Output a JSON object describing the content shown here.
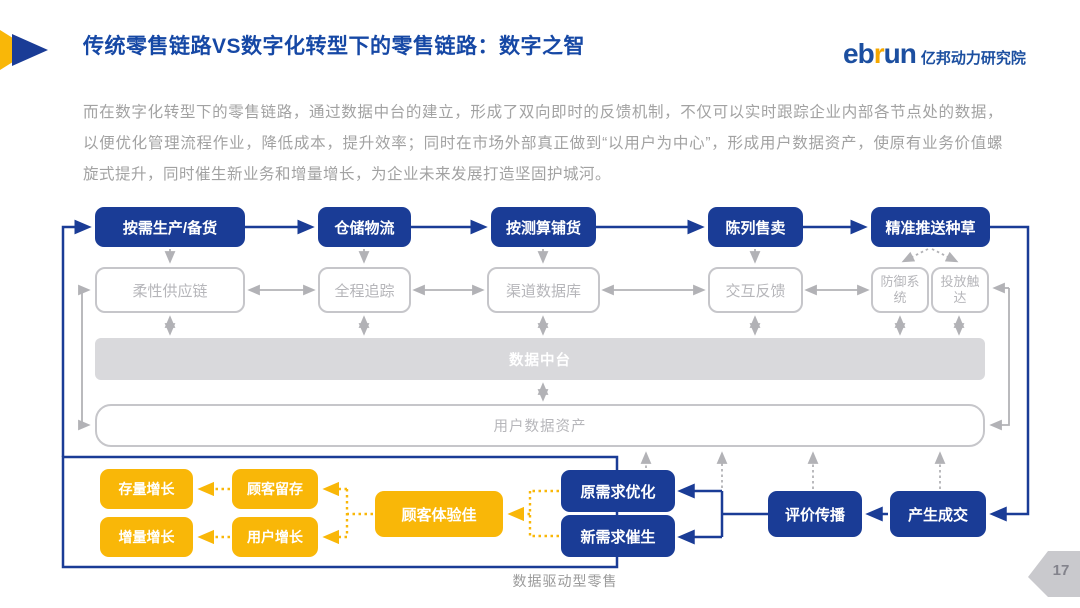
{
  "header": {
    "title": "传统零售链路VS数字化转型下的零售链路：数字之智",
    "logo": {
      "brand_eb": "eb",
      "brand_r": "r",
      "brand_un": "un",
      "org": "亿邦动力研究院"
    }
  },
  "intro": "而在数字化转型下的零售链路，通过数据中台的建立，形成了双向即时的反馈机制，不仅可以实时跟踪企业内部各节点处的数据，以便优化管理流程作业，降低成本，提升效率；同时在市场外部真正做到“以用户为中心”，形成用户数据资产，使原有业务价值螺旋式提升，同时催生新业务和增量增长，为企业未来发展打造坚固护城河。",
  "flow": {
    "top": [
      "按需生产/备货",
      "仓储物流",
      "按测算铺货",
      "陈列售卖",
      "精准推送种草"
    ],
    "mid": [
      "柔性供应链",
      "全程追踪",
      "渠道数据库",
      "交互反馈",
      "防御系统",
      "投放触达"
    ],
    "platform": "数据中台",
    "asset": "用户数据资产",
    "growth": [
      "存量增长",
      "顾客留存",
      "增量增长",
      "用户增长"
    ],
    "experience": "顾客体验佳",
    "demand": [
      "原需求优化",
      "新需求催生"
    ],
    "spread": "评价传播",
    "deal": "产生成交",
    "caption": "数据驱动型零售"
  },
  "page_number": "17",
  "colors": {
    "accent_blue": "#1a3c96",
    "title_blue": "#1648a5",
    "accent_yellow": "#f9b708",
    "neutral_gray": "#b2b2b6"
  }
}
